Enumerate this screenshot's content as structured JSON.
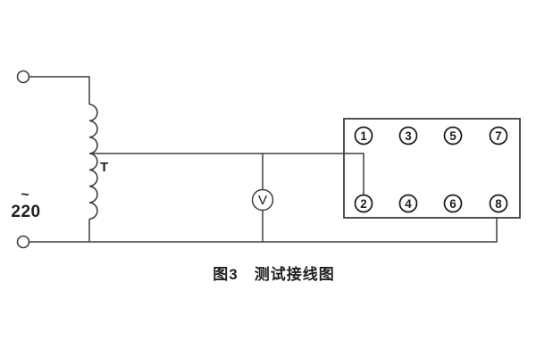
{
  "figure": {
    "caption": "图3　测试接线图"
  },
  "source": {
    "ac_symbol": "~",
    "voltage": "220"
  },
  "transformer": {
    "label": "T"
  },
  "voltmeter": {
    "label": "V"
  },
  "terminal_box": {
    "rows": [
      {
        "labels": [
          "1",
          "3",
          "5",
          "7"
        ]
      },
      {
        "labels": [
          "2",
          "4",
          "6",
          "8"
        ]
      }
    ]
  },
  "colors": {
    "line": "#3e3e3e",
    "text": "#1f1f1f",
    "background": "#ffffff"
  }
}
